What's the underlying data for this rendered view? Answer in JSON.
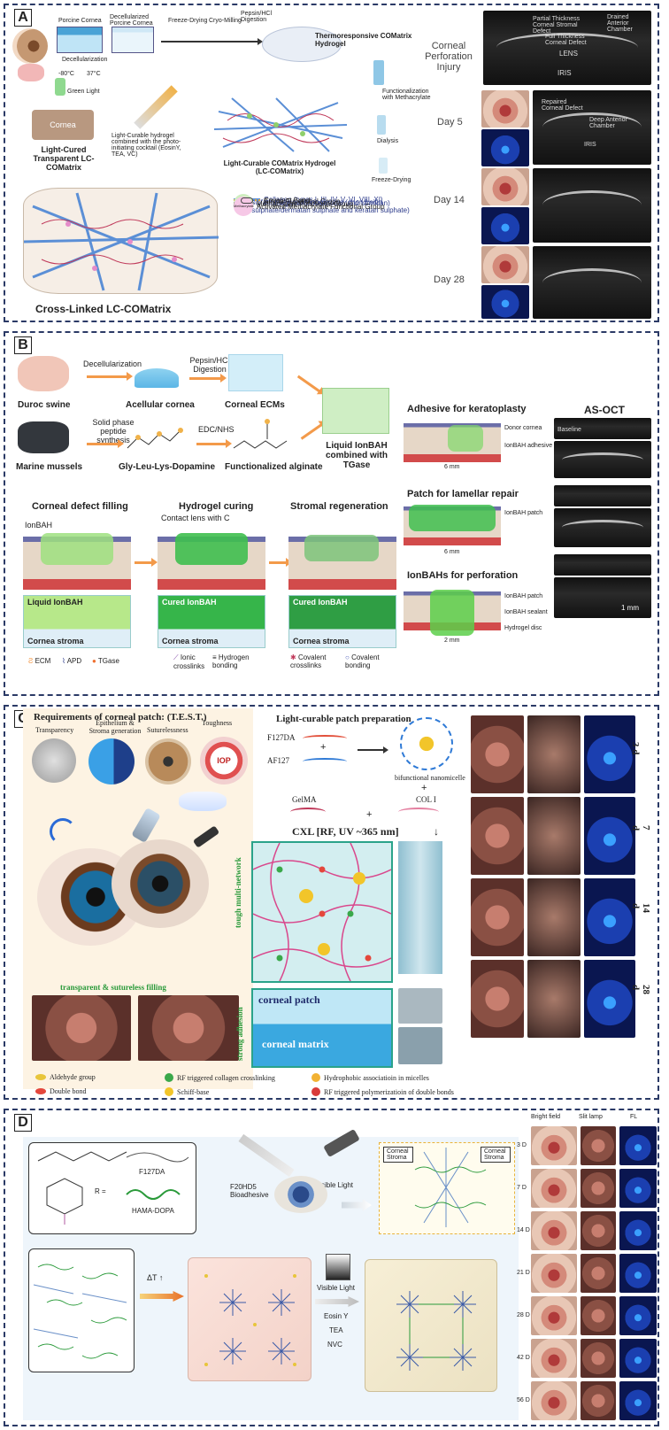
{
  "panelA": {
    "label": "A",
    "process": {
      "porcine": "Porcine Cornea",
      "decell_title": "Decellularized Porcine Cornea",
      "decell": "Decellularization",
      "temp1": "-80°C",
      "temp2": "37°C",
      "freeze": "Freeze-Drying",
      "cryo": "Cryo-Milling",
      "pepsin": "Pepsin/HCl Digestion",
      "thermo": "Thermoresponsive COMatrix Hydrogel",
      "func": "Functionalization with Methacrylate",
      "dialysis": "Dialysis",
      "freeze2": "Freeze-Drying",
      "lc_hydrogel": "Light-Curable COMatrix Hydrogel (LC-COMatrix)",
      "cocktail": "Light-Curable hydrogel combined with the photo-initiating cocktail (EosinY, TEA, VC)",
      "green": "Green Light",
      "cured": "Light-Cured Transparent LC-COMatrix",
      "cornea_text": "Cornea",
      "crosslinked": "Cross-Linked LC-COMatrix"
    },
    "legend": [
      {
        "text": "Collagen (types I, III, IV, V, VI, VIII, XI)",
        "color": "#5b8fd6"
      },
      {
        "text": "sulfated Glycosaminoglycans (chondroitin sulphate/dermatan sulphate and keratan sulphate)",
        "color": "#c0395a"
      },
      {
        "text": "Proteoglycans (Keratocan and Lumican)",
        "color": "#d9a441"
      },
      {
        "text": "Amine Functional Group",
        "color": "#8a8a8a"
      },
      {
        "text": "Methacrylate Functional Group",
        "color": "#8fcf6a"
      },
      {
        "text": "Activated Methacrylate Functional Group",
        "color": "#e58bc9"
      },
      {
        "text": "Covalent Bond",
        "color": "#444444"
      }
    ],
    "legend_icons": {
      "amine": "NH₂",
      "meth": "Methacrylate",
      "act": "Methacrylate"
    },
    "injury": "Corneal Perforation Injury",
    "oct_labels": {
      "partial": "Partial Thickness Corneal Stromal Defect",
      "full": "Full Thickness Corneal Defect",
      "drained": "Drained Anterior Chamber",
      "lens": "LENS",
      "iris": "IRIS",
      "repaired": "Repaired Corneal Defect",
      "deep": "Deep Anterior Chamber",
      "iris2": "IRIS"
    },
    "days": [
      "Day 5",
      "Day 14",
      "Day 28"
    ]
  },
  "panelB": {
    "label": "B",
    "row1": {
      "duroc": "Duroc swine",
      "decell": "Decellularization",
      "acellular": "Acellular cornea",
      "pepsin": "Pepsin/HCl Digestion",
      "ecms": "Corneal ECMs",
      "liquid": "Liquid IonBAH combined with TGase"
    },
    "row2": {
      "mussels": "Marine mussels",
      "solid": "Solid phase peptide synthesis",
      "gly": "Gly-Leu-Lys-Dopamine",
      "edc": "EDC/NHS",
      "alginate": "Functionalized alginate"
    },
    "steps": [
      "Corneal defect filling",
      "Hydrogel curing",
      "Stromal regeneration"
    ],
    "step_labels": {
      "ionbah": "IonBAH",
      "contact": "Contact lens with C",
      "liquid": "Liquid IonBAH",
      "cured1": "Cured IonBAH",
      "cured2": "Cured IonBAH",
      "stroma": "Cornea stroma"
    },
    "legend": {
      "ecm": "ECM",
      "apd": "APD",
      "tgase": "TGase",
      "ionic": "Ionic crosslinks",
      "hydrogen": "Hydrogen bonding",
      "covalent_x": "Covalent crosslinks",
      "covalent_b": "Covalent bonding"
    },
    "apps": [
      {
        "title": "Adhesive for keratoplasty",
        "labels": [
          "Donor cornea",
          "IonBAH adhesive"
        ],
        "scale": "6 mm"
      },
      {
        "title": "Patch for lamellar repair",
        "labels": [
          "IonBAH patch"
        ],
        "scale": "6 mm"
      },
      {
        "title": "IonBAHs for perforation",
        "labels": [
          "IonBAH patch",
          "IonBAH sealant",
          "Hydrogel disc"
        ],
        "scale": "2 mm"
      }
    ],
    "asoct": "AS-OCT",
    "baseline": "Baseline",
    "scalebar": "1 mm"
  },
  "panelC": {
    "label": "C",
    "req_title": "Requirements of corneal patch: (T.E.S.T.)",
    "req": [
      "Transparency",
      "Epithelium & Stroma generation",
      "Suturelessness",
      "Toughness"
    ],
    "iop": "IOP",
    "prep_title": "Light-curable patch preparation",
    "f127da": "F127DA",
    "af127": "AF127",
    "plus": "+",
    "nanomicelle": "bifunctional nanomicelle",
    "gelma": "GelMA",
    "col": "COL I",
    "cxl": "CXL [RF, UV ~365 nm]",
    "tough": "tough multi-network",
    "strong": "strong adhesion",
    "patch": "corneal patch",
    "matrix": "corneal matrix",
    "filling": "transparent & sutureless filling",
    "days": [
      "3 d",
      "7 d",
      "14 d",
      "28 d"
    ],
    "legend": [
      {
        "text": "Aldehyde group",
        "color": "#e8c53a"
      },
      {
        "text": "RF triggered collagen crosslinking",
        "color": "#3aa84a"
      },
      {
        "text": "Hydrophobic associatioin in micelles",
        "color": "#f2b233"
      },
      {
        "text": "Double bond",
        "color": "#e4473c"
      },
      {
        "text": "Schiff-base",
        "color": "#f2c52a"
      },
      {
        "text": "RF triggered polymerizatioin of double bonds",
        "color": "#d93a3a"
      }
    ]
  },
  "panelD": {
    "label": "D",
    "f127da": "F127DA",
    "hama": "HAMA-DOPA",
    "chem_r": "R =",
    "f20hd5": "F20HD5 Bioadhesive",
    "visible": "Visible Light",
    "corneal1": "Corneal Stroma",
    "corneal2": "Corneal Stroma",
    "dt": "ΔT ↑",
    "visible2": "Visible Light",
    "initiators": [
      "Eosin Y",
      "TEA",
      "NVC"
    ],
    "cols": [
      "Bright field",
      "Slit lamp",
      "FL"
    ],
    "days": [
      "3 D",
      "7 D",
      "14 D",
      "21 D",
      "28 D",
      "42 D",
      "56 D"
    ]
  }
}
